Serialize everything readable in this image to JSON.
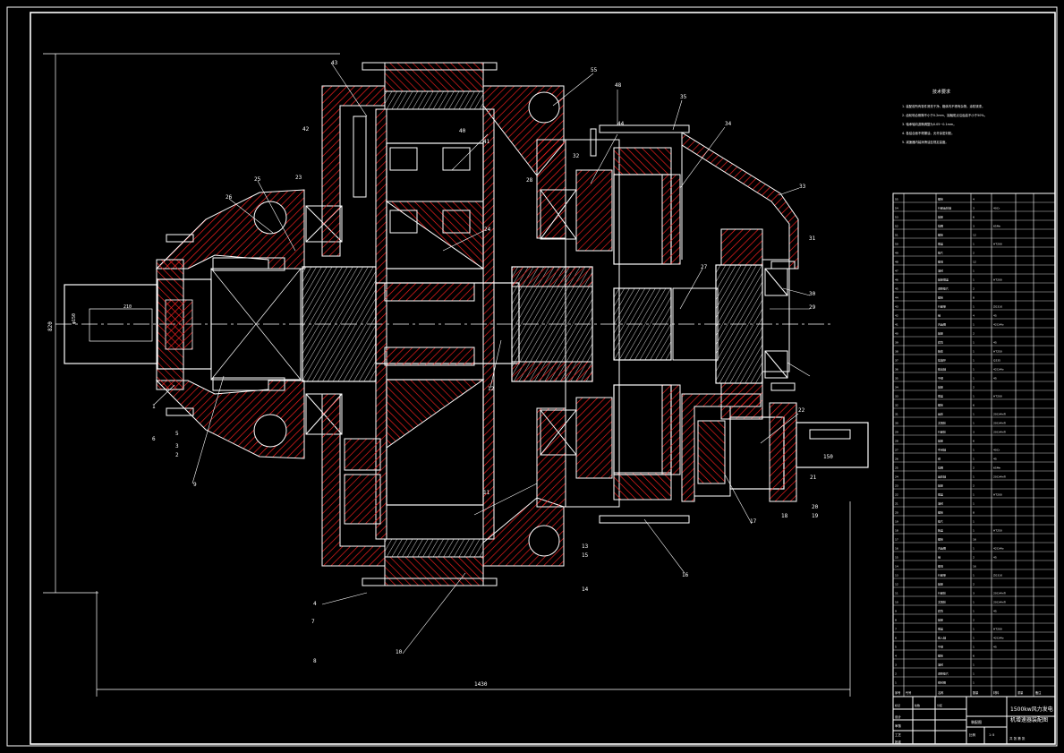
{
  "colors": {
    "background": "#000000",
    "line": "#ffffff",
    "hatch": "#ff2020",
    "leader": "#ffffff",
    "frame": "#ffffff"
  },
  "balloons_top": [
    "55",
    "48",
    "44",
    "35",
    "43",
    "42",
    "41",
    "40",
    "34",
    "33",
    "32",
    "31",
    "30",
    "29",
    "28",
    "27",
    "26",
    "25",
    "24",
    "23"
  ],
  "balloons_other": [
    "22",
    "21",
    "20",
    "19",
    "18",
    "17",
    "16",
    "15",
    "14",
    "13",
    "12",
    "11",
    "10",
    "9",
    "8",
    "7",
    "6",
    "5",
    "4",
    "3",
    "2",
    "1"
  ],
  "dimensions": {
    "overall_length": "1430",
    "center_height": "820",
    "shaft_dia": "φ150",
    "out_len": "150",
    "keyway": "210"
  },
  "tech_requirements": {
    "heading": "技术要求",
    "lines": [
      "1. 装配前所有零件清洗干净，箱体内不得有杂物，涂防锈漆。",
      "2. 齿轮啮合侧隙不小于0.2mm，接触斑点沿齿高不小于50%。",
      "3. 轴承轴向游隙调整为0.05~0.1mm。",
      "4. 各结合面不得漏油，允许涂密封胶。",
      "5. 减速器内装润滑油至规定高度。"
    ]
  },
  "parts_list": {
    "header": [
      "序号",
      "代号",
      "名称",
      "数量",
      "材料",
      "重量",
      "备注"
    ],
    "rows": [
      [
        "55",
        "",
        "螺栓",
        "4",
        "",
        ""
      ],
      [
        "54",
        "",
        "行星齿轮轴",
        "3",
        "40Cr",
        ""
      ],
      [
        "53",
        "",
        "轴承",
        "6",
        "",
        ""
      ],
      [
        "52",
        "",
        "挡圈",
        "3",
        "65Mn",
        ""
      ],
      [
        "51",
        "",
        "螺栓",
        "12",
        "",
        ""
      ],
      [
        "50",
        "",
        "端盖",
        "1",
        "HT200",
        ""
      ],
      [
        "49",
        "",
        "垫片",
        "2",
        "",
        ""
      ],
      [
        "48",
        "",
        "螺母",
        "12",
        "",
        ""
      ],
      [
        "47",
        "",
        "油封",
        "1",
        "",
        ""
      ],
      [
        "46",
        "",
        "轴承端盖",
        "1",
        "HT200",
        ""
      ],
      [
        "45",
        "",
        "调整垫片",
        "2",
        "",
        ""
      ],
      [
        "44",
        "",
        "螺栓",
        "8",
        "",
        ""
      ],
      [
        "43",
        "",
        "行星架",
        "1",
        "ZG310",
        ""
      ],
      [
        "42",
        "",
        "销",
        "4",
        "45",
        ""
      ],
      [
        "41",
        "",
        "内齿圈",
        "1",
        "42CrMo",
        ""
      ],
      [
        "40",
        "",
        "轴承",
        "2",
        "",
        ""
      ],
      [
        "39",
        "",
        "套筒",
        "1",
        "45",
        ""
      ],
      [
        "38",
        "",
        "箱体",
        "1",
        "HT250",
        ""
      ],
      [
        "37",
        "",
        "挡油环",
        "1",
        "Q235",
        ""
      ],
      [
        "36",
        "",
        "输出轴",
        "1",
        "42CrMo",
        ""
      ],
      [
        "35",
        "",
        "平键",
        "1",
        "45",
        ""
      ],
      [
        "34",
        "",
        "轴承",
        "2",
        "",
        ""
      ],
      [
        "33",
        "",
        "端盖",
        "1",
        "HT200",
        ""
      ],
      [
        "32",
        "",
        "螺栓",
        "6",
        "",
        ""
      ],
      [
        "31",
        "",
        "齿轮",
        "1",
        "20CrMnTi",
        ""
      ],
      [
        "30",
        "",
        "太阳轮",
        "1",
        "20CrMnTi",
        ""
      ],
      [
        "29",
        "",
        "行星轮",
        "3",
        "20CrMnTi",
        ""
      ],
      [
        "28",
        "",
        "轴承",
        "6",
        "",
        ""
      ],
      [
        "27",
        "",
        "中间轴",
        "1",
        "40Cr",
        ""
      ],
      [
        "26",
        "",
        "键",
        "1",
        "45",
        ""
      ],
      [
        "25",
        "",
        "挡圈",
        "2",
        "65Mn",
        ""
      ],
      [
        "24",
        "",
        "齿轮轴",
        "1",
        "20CrMnTi",
        ""
      ],
      [
        "23",
        "",
        "轴承",
        "2",
        "",
        ""
      ],
      [
        "22",
        "",
        "端盖",
        "1",
        "HT200",
        ""
      ],
      [
        "21",
        "",
        "油封",
        "1",
        "",
        ""
      ],
      [
        "20",
        "",
        "螺栓",
        "8",
        "",
        ""
      ],
      [
        "19",
        "",
        "垫片",
        "1",
        "",
        ""
      ],
      [
        "18",
        "",
        "箱盖",
        "1",
        "HT250",
        ""
      ],
      [
        "17",
        "",
        "螺栓",
        "16",
        "",
        ""
      ],
      [
        "16",
        "",
        "内齿圈",
        "1",
        "42CrMo",
        ""
      ],
      [
        "15",
        "",
        "销",
        "2",
        "45",
        ""
      ],
      [
        "14",
        "",
        "螺母",
        "16",
        "",
        ""
      ],
      [
        "13",
        "",
        "行星架",
        "1",
        "ZG310",
        ""
      ],
      [
        "12",
        "",
        "轴承",
        "2",
        "",
        ""
      ],
      [
        "11",
        "",
        "行星轮",
        "3",
        "20CrMnTi",
        ""
      ],
      [
        "10",
        "",
        "太阳轮",
        "1",
        "20CrMnTi",
        ""
      ],
      [
        "9",
        "",
        "套筒",
        "1",
        "45",
        ""
      ],
      [
        "8",
        "",
        "轴承",
        "2",
        "",
        ""
      ],
      [
        "7",
        "",
        "端盖",
        "1",
        "HT200",
        ""
      ],
      [
        "6",
        "",
        "输入轴",
        "1",
        "42CrMo",
        ""
      ],
      [
        "5",
        "",
        "平键",
        "1",
        "45",
        ""
      ],
      [
        "4",
        "",
        "螺栓",
        "6",
        "",
        ""
      ],
      [
        "3",
        "",
        "油封",
        "1",
        "",
        ""
      ],
      [
        "2",
        "",
        "调整垫片",
        "1",
        "",
        ""
      ],
      [
        "1",
        "",
        "密封圈",
        "1",
        "",
        ""
      ]
    ]
  },
  "title_block": {
    "title_line1": "1500kw风力发电",
    "title_line2": "机增速器装配图",
    "drawing_label": "装配图",
    "scale_label": "比例",
    "scale_value": "1:5",
    "sheet_label": "共 张 第 张",
    "rows": [
      "标记",
      "处数",
      "分区",
      "更改文件号",
      "签名",
      "日期"
    ],
    "roles": [
      "设计",
      "审核",
      "工艺",
      "批准"
    ]
  }
}
